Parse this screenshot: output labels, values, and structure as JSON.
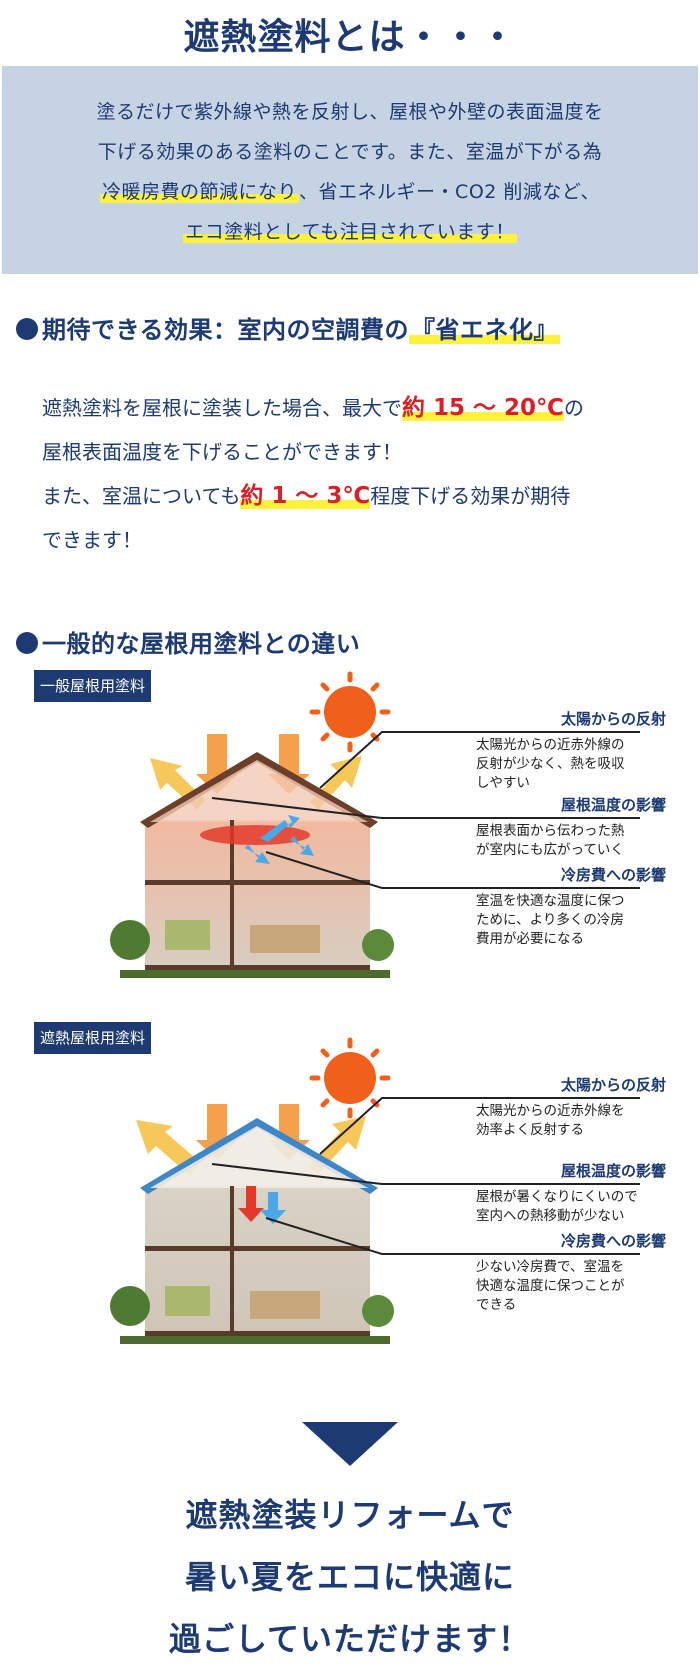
{
  "title": "遮熱塗料とは・・・",
  "intro": {
    "line1": "塗るだけで紫外線や熱を反射し、屋根や外壁の表面温度を",
    "line2": "下げる効果のある塗料のことです。また、室温が下がる為",
    "line3_highlight": "冷暖房費の節減になり",
    "line3_rest": "、省エネルギー・CO2 削減など、",
    "line4_highlight": "エコ塗料としても注目されています！"
  },
  "effect_section": {
    "heading_main": "期待できる効果：室内の空調費の",
    "heading_highlight": "『省エネ化』",
    "p1_before": "遮熱塗料を屋根に塗装した場合、最大で",
    "p1_red": "約 15 ～ 20℃",
    "p1_after": "の",
    "p2": "屋根表面温度を下げることができます！",
    "p3_before": "また、室温についても",
    "p3_red": "約 1 ～ 3℃",
    "p3_after": "程度下げる効果が期待",
    "p4": "できます！"
  },
  "compare_section": {
    "heading": "一般的な屋根用塗料との違い",
    "general": {
      "tag": "一般屋根用塗料",
      "notes": [
        {
          "title": "太陽からの反射",
          "body": [
            "太陽光からの近赤外線の",
            "反射が少なく、熱を吸収",
            "しやすい"
          ]
        },
        {
          "title": "屋根温度の影響",
          "body": [
            "屋根表面から伝わった熱",
            "が室内にも広がっていく"
          ]
        },
        {
          "title": "冷房費への影響",
          "body": [
            "室温を快適な温度に保つ",
            "ために、より多くの冷房",
            "費用が必要になる"
          ]
        }
      ]
    },
    "heat_shield": {
      "tag": "遮熱屋根用塗料",
      "notes": [
        {
          "title": "太陽からの反射",
          "body": [
            "太陽光からの近赤外線を",
            "効率よく反射する"
          ]
        },
        {
          "title": "屋根温度の影響",
          "body": [
            "屋根が暑くなりにくいので",
            "室内への熱移動が少ない"
          ]
        },
        {
          "title": "冷房費への影響",
          "body": [
            "少ない冷房費で、室温を",
            "快適な温度に保つことが",
            "できる"
          ]
        }
      ]
    }
  },
  "closing": {
    "line1": "遮熱塗装リフォームで",
    "line2": "暑い夏をエコに快適に",
    "line3": "過ごしていただけます！"
  },
  "colors": {
    "navy": "#1d3a72",
    "intro_bg": "#c5d3e2",
    "highlight": "#fff23d",
    "red": "#d72126",
    "sun": "#f0601a",
    "arrow_orange": "#f5a04a",
    "arrow_yellow": "#f6c85a",
    "heat_blue": "#4aa8e8"
  }
}
